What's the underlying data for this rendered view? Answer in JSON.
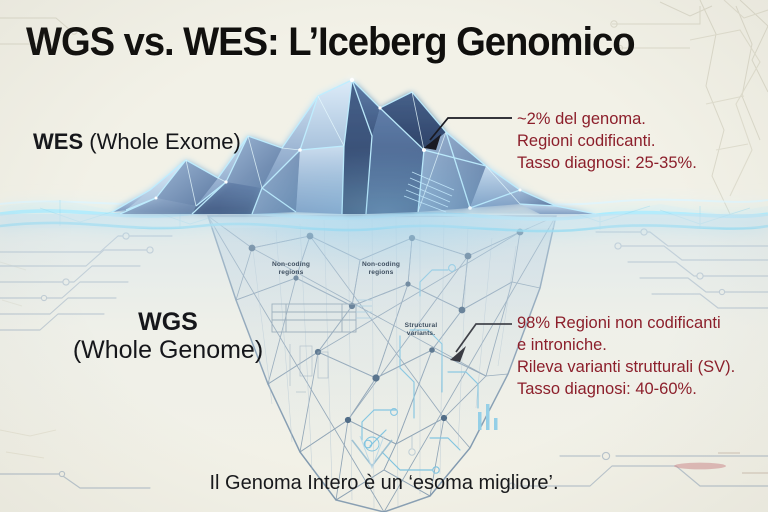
{
  "meta": {
    "title": "WGS vs. WES: L’Iceberg Genomico",
    "background_color": "#f2f1e7",
    "accent_red": "#8c1f2b",
    "ice_blue": "#5a7296",
    "glow_cyan": "#8fe6ff"
  },
  "labels": {
    "wes_bold": "WES",
    "wes_rest": " (Whole Exome)",
    "wgs_bold": "WGS",
    "wgs_rest": "(Whole Genome)"
  },
  "callouts": {
    "top": [
      "~2% del genoma.",
      "Regioni codificanti.",
      "Tasso diagnosi: 25-35%."
    ],
    "bottom": [
      "98% Regioni non codificanti",
      "e introniche.",
      "Rileva varianti strutturali (SV).",
      "Tasso diagnosi: 40-60%."
    ]
  },
  "micro_labels": {
    "noncoding_left": "Non-coding\nregions",
    "noncoding_right": "Non-coding\nregions",
    "structural": "Structural\nvariants."
  },
  "caption": "Il Genoma Intero è un ‘esoma migliore’."
}
